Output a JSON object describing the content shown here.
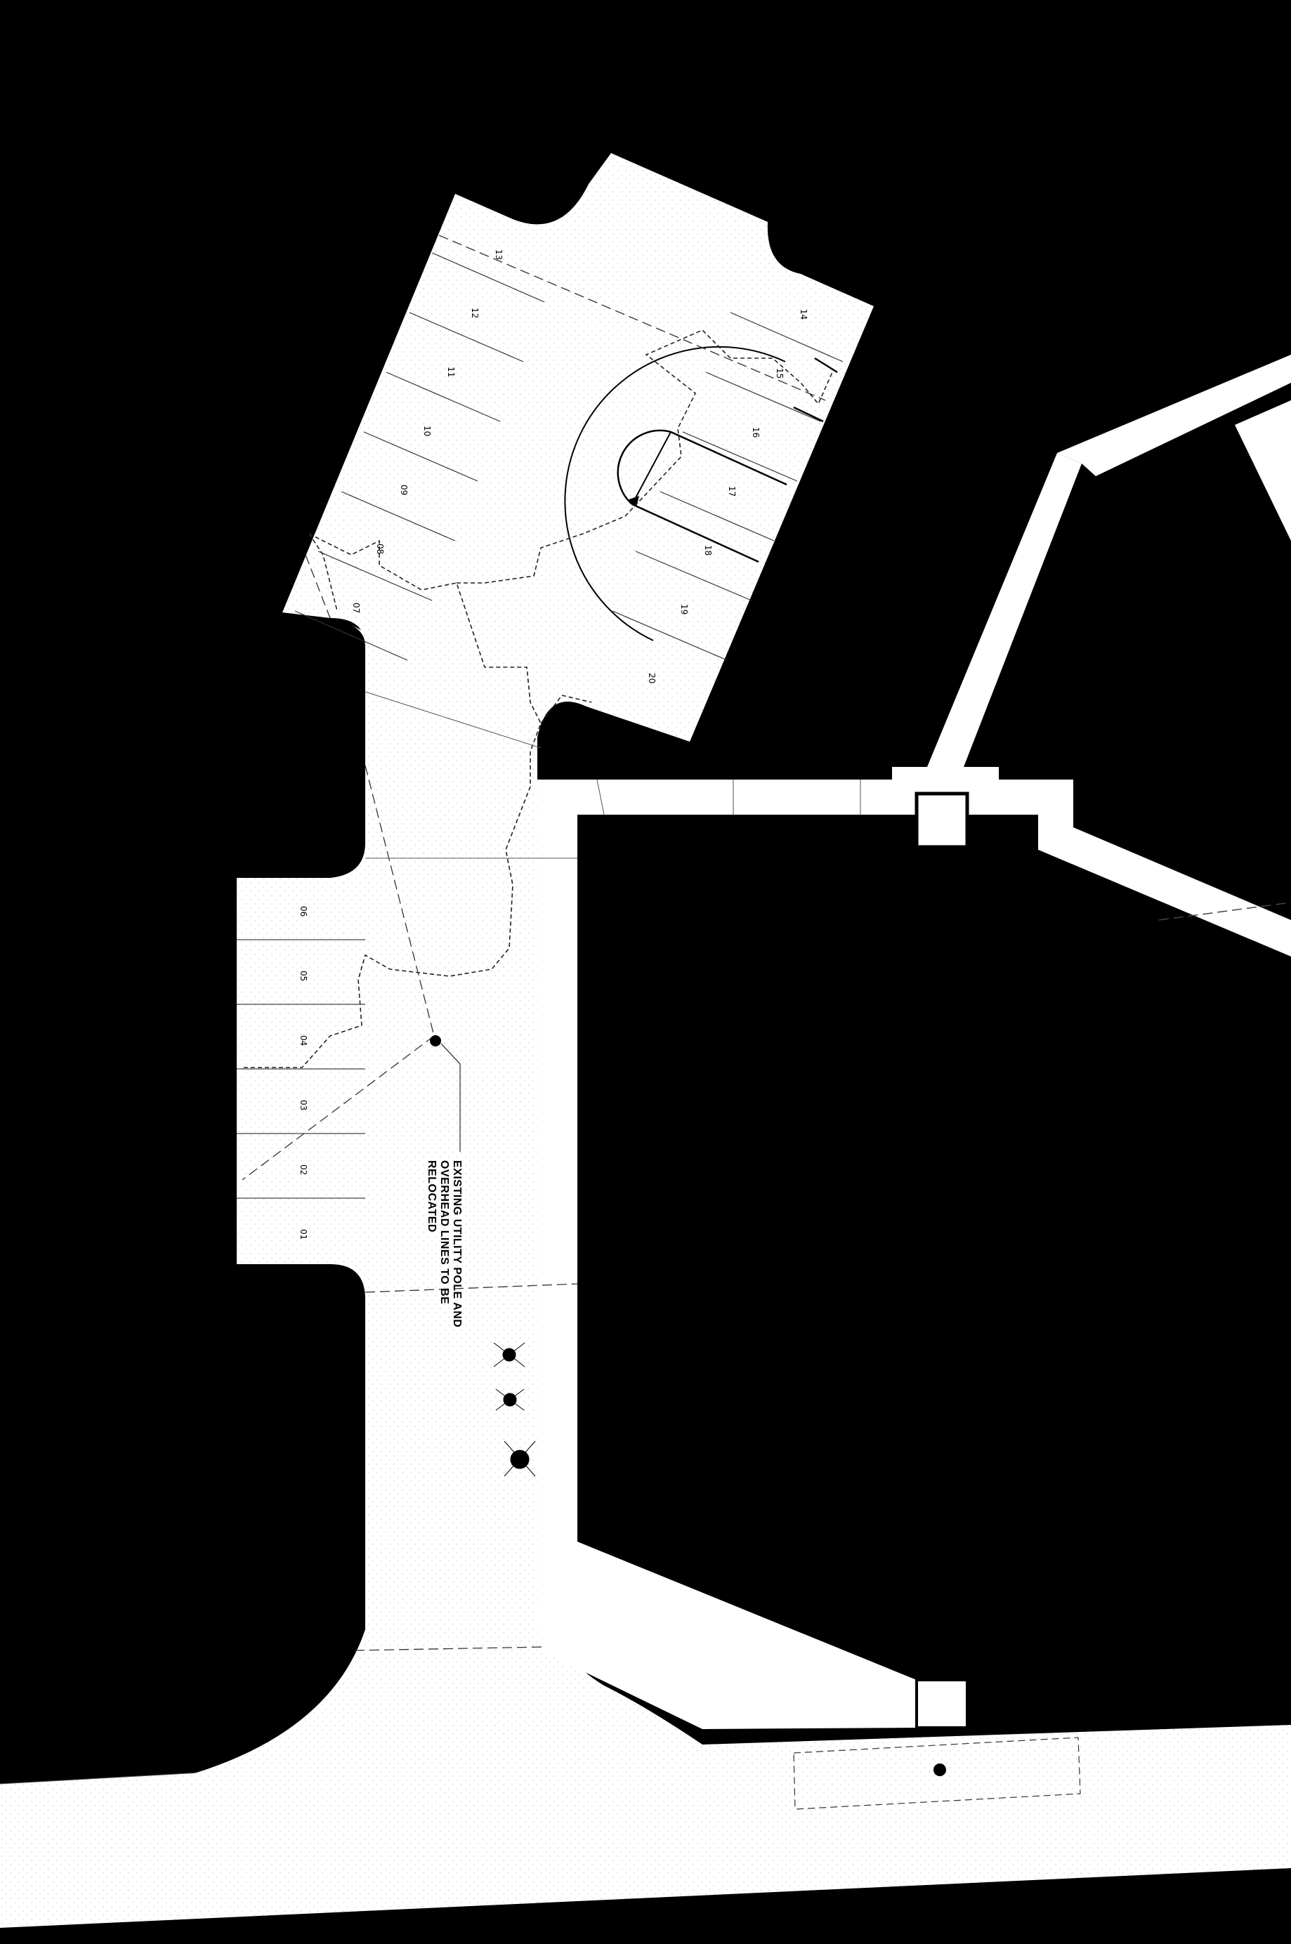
{
  "plan": {
    "background_color": "#000000",
    "paving_color": "#ffffff",
    "note": {
      "line1": "EXISTING UTILITY POLE AND",
      "line2": "OVERHEAD LINES TO BE",
      "line3": "RELOCATED"
    },
    "upper_lot_stalls": [
      "13",
      "12",
      "11",
      "10",
      "09",
      "08",
      "07",
      "14",
      "15",
      "16",
      "17",
      "18",
      "19",
      "20"
    ],
    "lower_lot_stalls": [
      "06",
      "05",
      "04",
      "03",
      "02",
      "01"
    ]
  }
}
